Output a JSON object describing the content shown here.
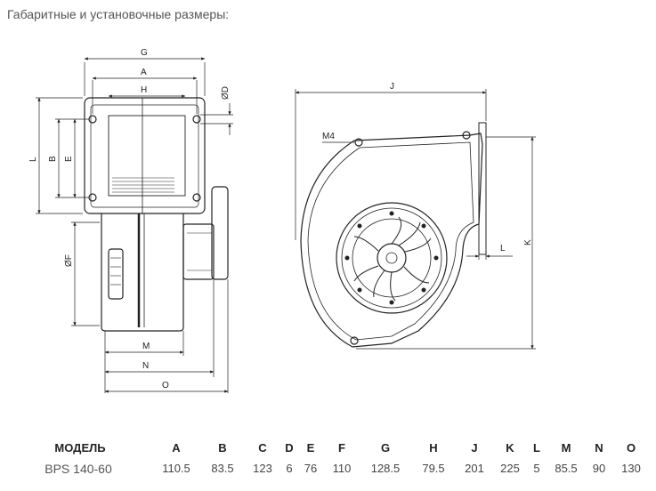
{
  "heading": "Габаритные и установочные размеры:",
  "labels": {
    "G": "G",
    "A": "A",
    "H": "H",
    "D": "ØD",
    "L": "L",
    "B": "B",
    "E": "E",
    "F": "ØF",
    "M": "M",
    "N": "N",
    "O": "O",
    "J": "J",
    "M4": "M4",
    "K": "K",
    "Lr": "L"
  },
  "table": {
    "headers": [
      "МОДЕЛЬ",
      "A",
      "B",
      "C",
      "D",
      "E",
      "F",
      "G",
      "H",
      "J",
      "K",
      "L",
      "M",
      "N",
      "O"
    ],
    "row": [
      "BPS 140-60",
      "110.5",
      "83.5",
      "123",
      "6",
      "76",
      "110",
      "128.5",
      "79.5",
      "201",
      "225",
      "5",
      "85.5",
      "90",
      "130"
    ]
  }
}
